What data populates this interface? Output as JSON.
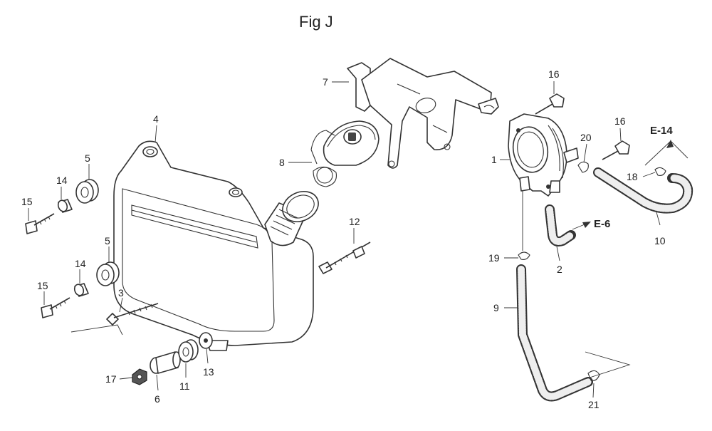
{
  "figure": {
    "title": "Fig J"
  },
  "callouts": [
    "1",
    "2",
    "3",
    "4",
    "5",
    "5",
    "6",
    "7",
    "8",
    "9",
    "10",
    "11",
    "12",
    "13",
    "14",
    "14",
    "15",
    "15",
    "16",
    "16",
    "17",
    "18",
    "19",
    "20",
    "21"
  ],
  "references": [
    "E-14",
    "E-6"
  ]
}
